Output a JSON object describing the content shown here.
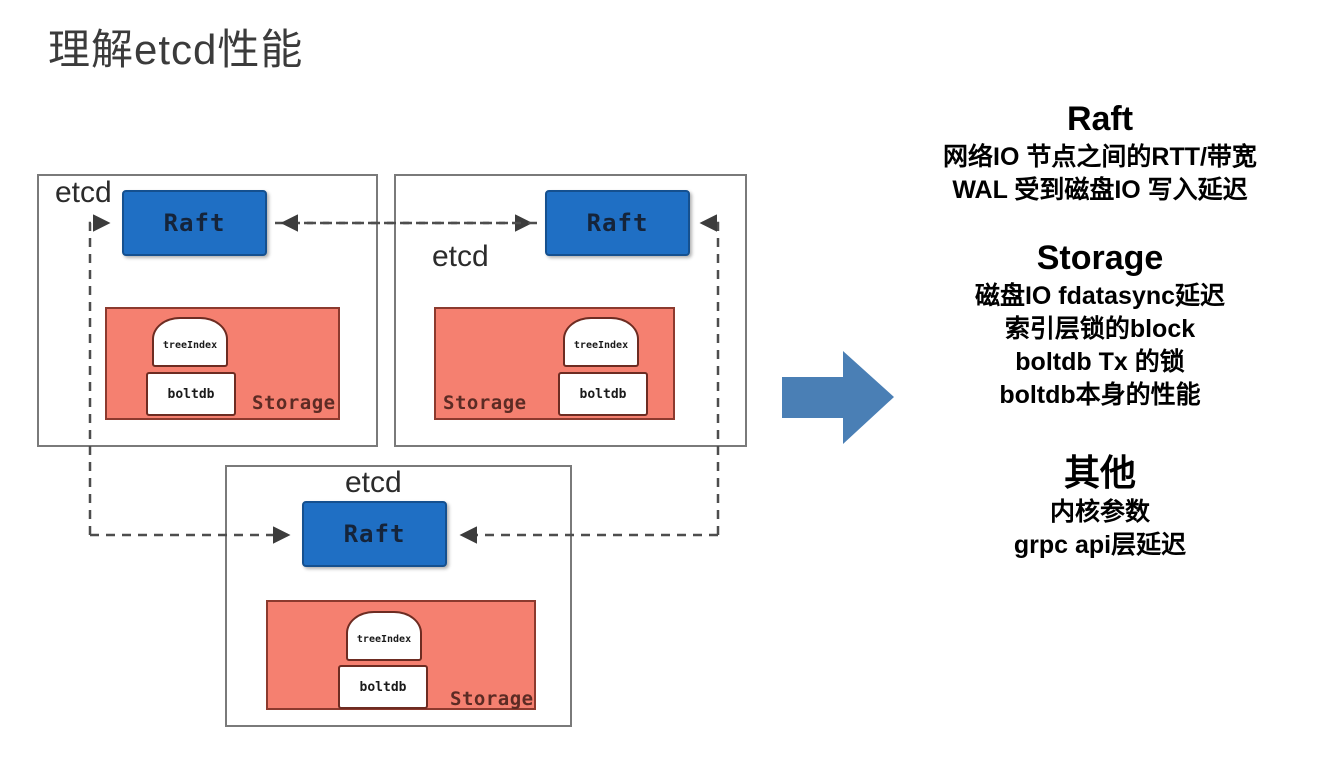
{
  "slide": {
    "title": "理解etcd性能"
  },
  "colors": {
    "raft_fill": "#1F6FC4",
    "raft_border": "#15508F",
    "storage_fill": "#F58070",
    "storage_border": "#8C3A2E",
    "node_border": "#7A7A7A",
    "big_arrow": "#4A7FB5",
    "connector": "#4D4D4D",
    "title_text": "#3B3B3B",
    "storage_label_text": "#5C2B24"
  },
  "diagram": {
    "nodes": [
      {
        "id": "node-1",
        "etcd_label": "etcd",
        "raft_label": "Raft",
        "storage_label": "Storage",
        "tree_index_label": "treeIndex",
        "boltdb_label": "boltdb"
      },
      {
        "id": "node-2",
        "etcd_label": "etcd",
        "raft_label": "Raft",
        "storage_label": "Storage",
        "tree_index_label": "treeIndex",
        "boltdb_label": "boltdb"
      },
      {
        "id": "node-3",
        "etcd_label": "etcd",
        "raft_label": "Raft",
        "storage_label": "Storage",
        "tree_index_label": "treeIndex",
        "boltdb_label": "boltdb"
      }
    ],
    "big_arrow_icon": "right-arrow-icon"
  },
  "info_column": {
    "groups": [
      {
        "heading": "Raft",
        "lines": [
          "网络IO 节点之间的RTT/带宽",
          "WAL 受到磁盘IO 写入延迟"
        ]
      },
      {
        "heading": "Storage",
        "lines": [
          "磁盘IO fdatasync延迟",
          "索引层锁的block",
          "boltdb Tx 的锁",
          "boltdb本身的性能"
        ]
      },
      {
        "heading": "其他",
        "lines": [
          "内核参数",
          "grpc api层延迟"
        ]
      }
    ]
  }
}
